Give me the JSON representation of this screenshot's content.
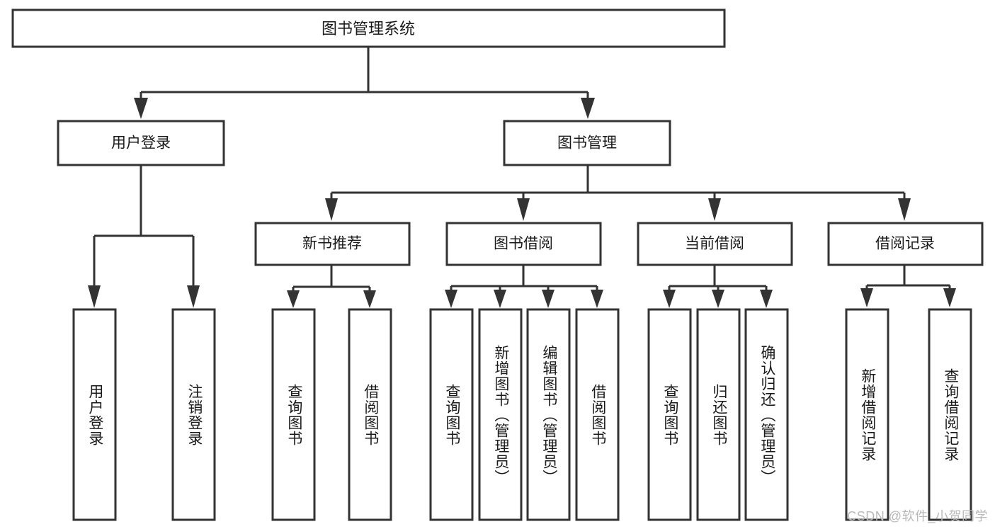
{
  "diagram": {
    "type": "tree-hierarchy",
    "title": "图书管理系统",
    "watermark": "CSDN @软件_小贺同学",
    "colors": {
      "stroke": "#333333",
      "fill": "#ffffff",
      "text": "#1a1a1a",
      "watermark": "#b9b9b9"
    },
    "levels": {
      "root": [
        "图书管理系统"
      ],
      "level2": [
        "用户登录",
        "图书管理"
      ],
      "level3": [
        "新书推荐",
        "图书借阅",
        "当前借阅",
        "借阅记录"
      ],
      "leaves": [
        "用户登录",
        "注销登录",
        "查询图书",
        "借阅图书",
        "查询图书",
        "新增图书（管理员）",
        "编辑图书（管理员）",
        "借阅图书",
        "查询图书",
        "归还图书",
        "确认归还（管理员）",
        "新增借阅记录",
        "查询借阅记录"
      ]
    },
    "nodes": {
      "root": {
        "label": "图书管理系统"
      },
      "user_login": {
        "label": "用户登录"
      },
      "book_manage": {
        "label": "图书管理"
      },
      "new_book_rec": {
        "label": "新书推荐"
      },
      "book_borrow": {
        "label": "图书借阅"
      },
      "current_borrow": {
        "label": "当前借阅"
      },
      "borrow_record": {
        "label": "借阅记录"
      },
      "leaf_user_login": {
        "label": "用户登录"
      },
      "leaf_logout": {
        "label": "注销登录"
      },
      "leaf_query_book_1": {
        "label": "查询图书"
      },
      "leaf_borrow_book_1": {
        "label": "借阅图书"
      },
      "leaf_query_book_2": {
        "label": "查询图书"
      },
      "leaf_add_book": {
        "label": "新增图书（管理员）"
      },
      "leaf_edit_book": {
        "label": "编辑图书（管理员）"
      },
      "leaf_borrow_book_2": {
        "label": "借阅图书"
      },
      "leaf_query_book_3": {
        "label": "查询图书"
      },
      "leaf_return_book": {
        "label": "归还图书"
      },
      "leaf_confirm_return": {
        "label": "确认归还（管理员）"
      },
      "leaf_add_record": {
        "label": "新增借阅记录"
      },
      "leaf_query_record": {
        "label": "查询借阅记录"
      }
    },
    "edges": [
      {
        "from": "root",
        "to": "user_login"
      },
      {
        "from": "root",
        "to": "book_manage"
      },
      {
        "from": "user_login",
        "to": "leaf_user_login"
      },
      {
        "from": "user_login",
        "to": "leaf_logout"
      },
      {
        "from": "book_manage",
        "to": "new_book_rec"
      },
      {
        "from": "book_manage",
        "to": "book_borrow"
      },
      {
        "from": "book_manage",
        "to": "current_borrow"
      },
      {
        "from": "book_manage",
        "to": "borrow_record"
      },
      {
        "from": "new_book_rec",
        "to": "leaf_query_book_1"
      },
      {
        "from": "new_book_rec",
        "to": "leaf_borrow_book_1"
      },
      {
        "from": "book_borrow",
        "to": "leaf_query_book_2"
      },
      {
        "from": "book_borrow",
        "to": "leaf_add_book"
      },
      {
        "from": "book_borrow",
        "to": "leaf_edit_book"
      },
      {
        "from": "book_borrow",
        "to": "leaf_borrow_book_2"
      },
      {
        "from": "current_borrow",
        "to": "leaf_query_book_3"
      },
      {
        "from": "current_borrow",
        "to": "leaf_return_book"
      },
      {
        "from": "current_borrow",
        "to": "leaf_confirm_return"
      },
      {
        "from": "borrow_record",
        "to": "leaf_add_record"
      },
      {
        "from": "borrow_record",
        "to": "leaf_query_record"
      }
    ]
  }
}
